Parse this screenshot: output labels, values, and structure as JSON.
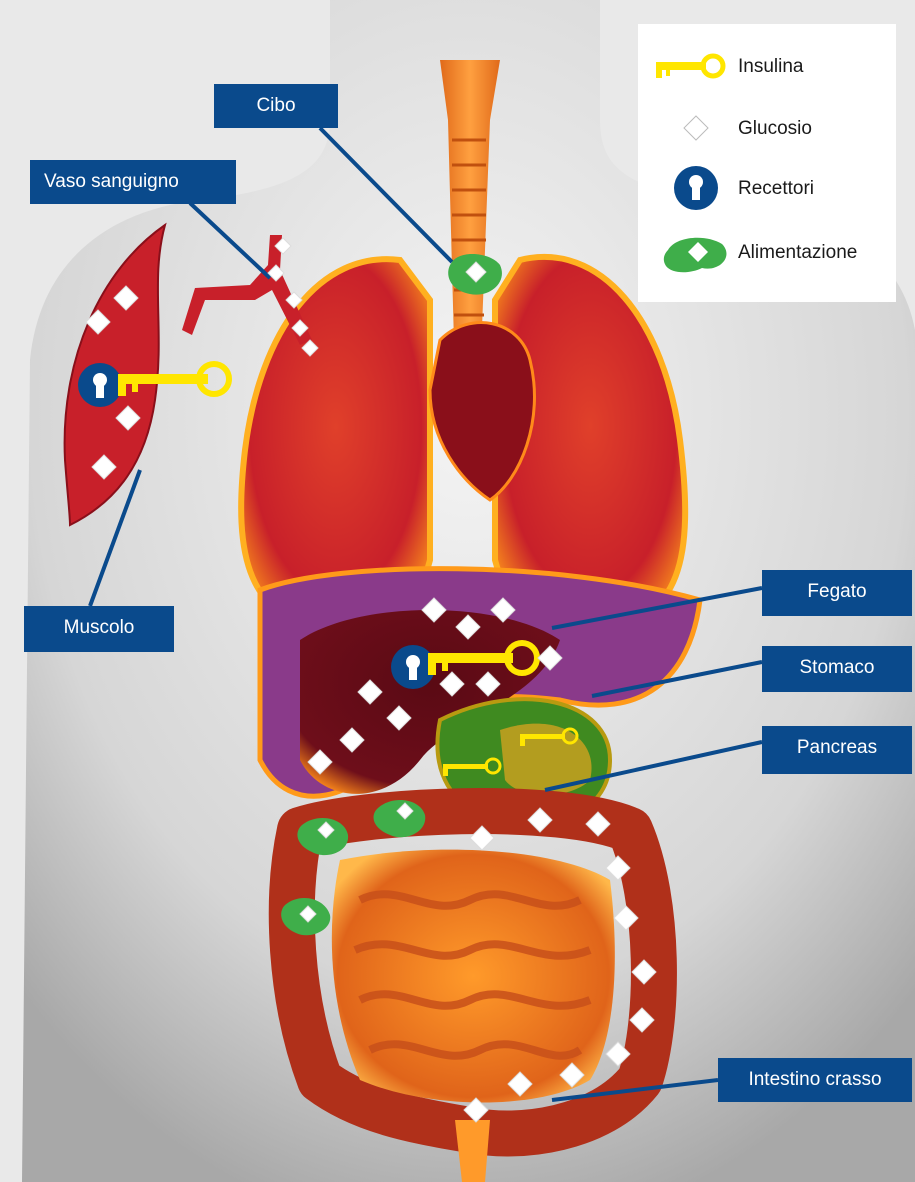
{
  "labels": {
    "cibo": "Cibo",
    "vaso": "Vaso sanguigno",
    "muscolo": "Muscolo",
    "fegato": "Fegato",
    "stomaco": "Stomaco",
    "pancreas": "Pancreas",
    "intestino": "Intestino crasso"
  },
  "legend": {
    "insulina": "Insulina",
    "glucosio": "Glucosio",
    "recettori": "Recettori",
    "alimentazione": "Alimentazione"
  },
  "colors": {
    "callout_bg": "#0a4a8c",
    "key": "#ffe600",
    "receptor": "#0a4a8c",
    "food": "#3fae4a",
    "muscle": "#c8202a",
    "skin": "#d9d9d9"
  }
}
